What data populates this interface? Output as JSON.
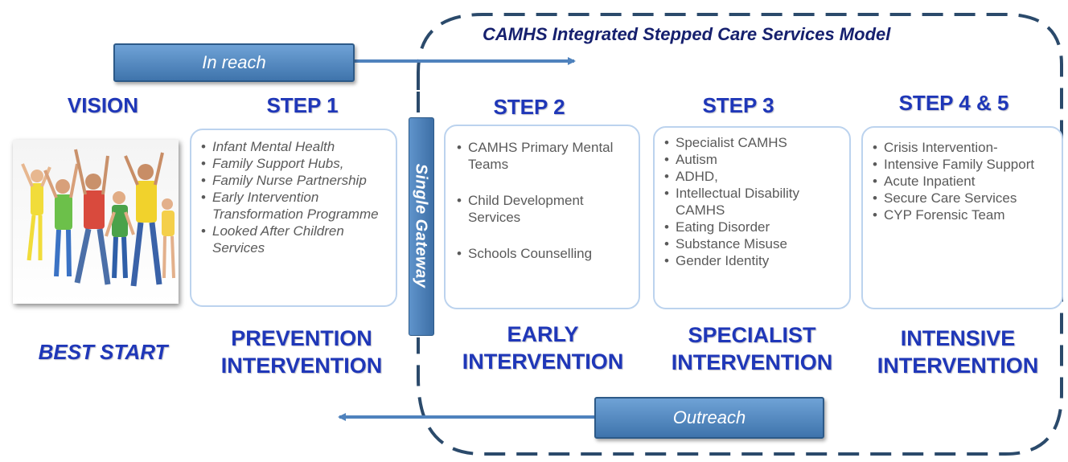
{
  "title": "CAMHS Integrated Stepped Care Services Model",
  "in_reach": "In reach",
  "out_reach": "Outreach",
  "gateway": "Single Gateway",
  "vision": {
    "heading": "VISION",
    "label": "BEST START"
  },
  "steps": [
    {
      "heading": "STEP 1",
      "label_lines": [
        "PREVENTION",
        "INTERVENTION"
      ],
      "items": [
        "Infant Mental Health",
        "Family Support Hubs,",
        "Family Nurse Partnership",
        "Early Intervention Transformation Programme",
        "Looked After Children Services"
      ]
    },
    {
      "heading": "STEP 2",
      "label_lines": [
        "EARLY",
        "INTERVENTION"
      ],
      "items": [
        "CAMHS Primary Mental Teams",
        "Child Development Services",
        "Schools Counselling"
      ]
    },
    {
      "heading": "STEP 3",
      "label_lines": [
        "SPECIALIST",
        "INTERVENTION"
      ],
      "items": [
        "Specialist CAMHS",
        "Autism",
        "ADHD,",
        "Intellectual Disability CAMHS",
        "Eating Disorder",
        "Substance Misuse",
        "Gender Identity"
      ]
    },
    {
      "heading": "STEP 4 & 5",
      "label_lines": [
        "INTENSIVE",
        "INTERVENTION"
      ],
      "items": [
        "Crisis Intervention-",
        "Intensive Family Support",
        "Acute Inpatient",
        "Secure Care Services",
        "CYP Forensic Team"
      ]
    }
  ],
  "colors": {
    "heading_blue": "#1f37b8",
    "title_navy": "#16206e",
    "bar_blue": "#4f82bd",
    "dashed_border": "#2b4a6b",
    "box_border": "#bcd3ee",
    "item_text": "#5a5a5a"
  },
  "icons": {
    "photo": "children-jumping-photo"
  }
}
